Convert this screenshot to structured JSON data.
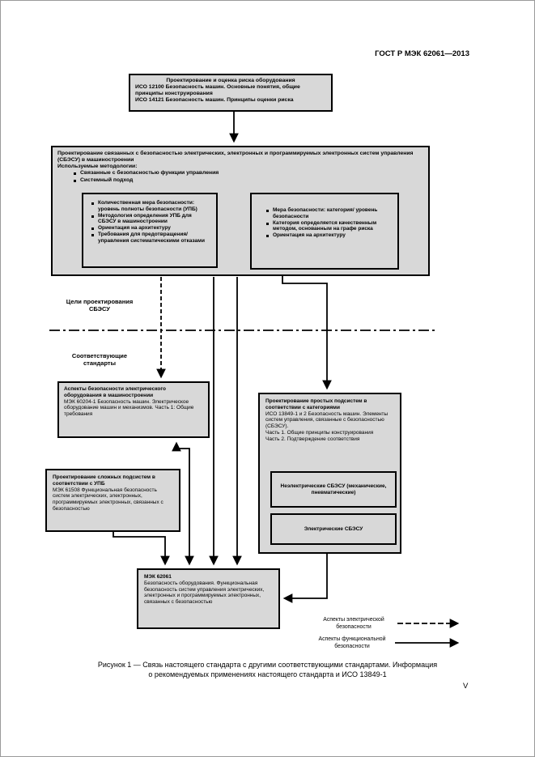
{
  "page": {
    "header": "ГОСТ Р МЭК 62061—2013",
    "page_number": "V",
    "caption": {
      "line1": "Рисунок 1 — Связь настоящего стандарта с другими соответствующими стандартами. Информация",
      "line2": "о рекомендуемых применениях настоящего стандарта и ИСО 13849-1"
    }
  },
  "colors": {
    "box_fill": "#d8d8d8",
    "line": "#000000",
    "background": "#ffffff"
  },
  "diagram": {
    "risk_box": {
      "title": "Проектирование и оценка риска оборудования",
      "line1": "ИСО 12100 Безопасность машин. Основные понятия, общие принципы конструирования",
      "line2": "ИСО 14121 Безопасность машин. Принципы оценки риска"
    },
    "srecs_box": {
      "title": "Проектирование связанных с безопасностью электрических, электронных и программируемых электронных систем управления (СБЭСУ) в машиностроении",
      "methods_label": "Используемые методологии:",
      "bullets": [
        "Связанные с безопасностью функции управления",
        "Системный подход"
      ]
    },
    "sil_box": {
      "bullets": [
        "Количественная мера безопасности: уровень полноты безопасности (УПБ)",
        "Методология определения УПБ для СБЭСУ в машиностроении",
        "Ориентация на архитектуру",
        "Требования для предотвращения/ управления систематическими отказами"
      ]
    },
    "category_box": {
      "bullets": [
        "Мера безопасности: категория/ уровень безопасности",
        "Категория определяется качественным методом, основанным на графе риска",
        "Ориентация на архитектуру"
      ]
    },
    "labels": {
      "goals_line1": "Цели проектирования",
      "goals_line2": "СБЭСУ",
      "standards_line1": "Соответствующие",
      "standards_line2": "стандарты"
    },
    "iec60204_box": {
      "title": "Аспекты безопасности электрического оборудования в машиностроении",
      "body": "МЭК 60204-1 Безопасность машин. Электрическое оборудование машин и механизмов. Часть 1: Общие требования"
    },
    "iso13849_box": {
      "title": "Проектирование простых подсистем в соответствии с категориями",
      "body": "ИСО 13849-1 и 2 Безопасность машин. Элементы систем управления, связанные с безопасностью (СБЭСУ).",
      "part1": "Часть 1. Общие принципы конструирования",
      "part2": "Часть 2. Подтверждение соответствия",
      "nonelectric_label": "Неэлектрические СБЭСУ (механические, пневматические)",
      "electric_label": "Электрические СБЭСУ"
    },
    "iec61508_box": {
      "title": "Проектирование сложных подсистем в соответствии с УПБ",
      "body": "МЭК 61508 Функциональная безопасность систем электрических, электронных, программируемых электронных, связанных с безопасностью"
    },
    "iec62061_box": {
      "title": "МЭК 62061",
      "body": "Безопасность оборудования. Функциональная безопасность систем управления электрических, электронных и программируемых электронных, связанных с безопасностью"
    },
    "legend": {
      "electrical_line1": "Аспекты электрической",
      "electrical_line2": "безопасности",
      "functional_line1": "Аспекты функциональной",
      "functional_line2": "безопасности"
    }
  }
}
